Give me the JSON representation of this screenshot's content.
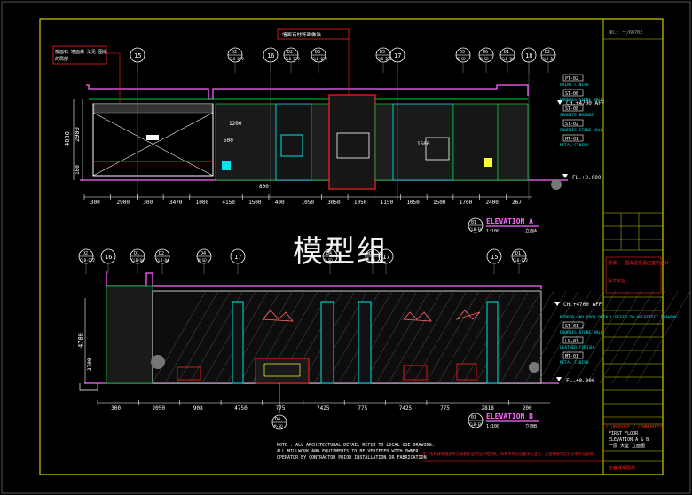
{
  "watermark": "模型组",
  "top_note": "墙面石材饰面做法",
  "top_left_note_1": "按面石 墙面做 法见 图纸",
  "top_left_note_2": "的局部",
  "elevation_a": {
    "title": "ELEVATION A",
    "code": "01",
    "sheet": "CLB-EV",
    "scale": "1:100",
    "scale_cn": "立面A",
    "ceiling": "CH.+4700 AFF",
    "floor": "FL.+0.000",
    "dims_bottom": [
      "300",
      "2900",
      "300",
      "3470",
      "1000",
      "4150",
      "1500",
      "400",
      "1050",
      "3050",
      "1050",
      "1150",
      "1050",
      "1500",
      "1700",
      "2400",
      "267"
    ],
    "dims_left": [
      "4000",
      "2900",
      "100"
    ],
    "bubbles": [
      {
        "num": "15",
        "code": ""
      },
      {
        "num": "D2",
        "code": "CLB-D72"
      },
      {
        "num": "16",
        "code": ""
      },
      {
        "num": "D2",
        "code": "CLB-D72"
      },
      {
        "num": "D3",
        "code": "CLB-D72"
      },
      {
        "num": "D3",
        "code": "CLB-D72"
      },
      {
        "num": "17",
        "code": ""
      },
      {
        "num": "D5",
        "code": "M-SD"
      },
      {
        "num": "D6",
        "code": "M-SD"
      },
      {
        "num": "D1",
        "code": "CLB-D4"
      },
      {
        "num": "18",
        "code": ""
      },
      {
        "num": "D2",
        "code": "CLB-D4"
      }
    ],
    "legend": [
      {
        "code": "PT-02",
        "text": "PAINT FINISH"
      },
      {
        "code": "ST-06",
        "text": "FOURIES STONE WALL"
      },
      {
        "code": "ST-08",
        "text": "GRANITE BRONZE"
      },
      {
        "code": "ST-02",
        "text": "FOURIES STONE WALL"
      },
      {
        "code": "MT-01",
        "text": "METAL FINISH"
      }
    ],
    "inner_dims": [
      "1200",
      "500",
      "1500",
      "800"
    ]
  },
  "elevation_b": {
    "title": "ELEVATION B",
    "code": "01",
    "sheet": "CLB-EV",
    "scale": "1:100",
    "scale_cn": "立面B",
    "ceiling": "CH.+4700 AFF",
    "floor": "FL.+0.000",
    "dims_bottom": [
      "300",
      "2050",
      "908",
      "4750",
      "775",
      "7425",
      "775",
      "7425",
      "775",
      "2818",
      "200"
    ],
    "dims_left": [
      "4700",
      "3700"
    ],
    "bubbles": [
      {
        "num": "D2",
        "code": "CLB-D72"
      },
      {
        "num": "16",
        "code": ""
      },
      {
        "num": "D1",
        "code": "CLB-D4"
      },
      {
        "num": "D2",
        "code": "CLB-D4"
      },
      {
        "num": "D4",
        "code": "M-SD"
      },
      {
        "num": "17",
        "code": ""
      },
      {
        "num": "D4",
        "code": "M-SD"
      },
      {
        "num": "D4",
        "code": "M-SD"
      },
      {
        "num": "17",
        "code": ""
      },
      {
        "num": "15",
        "code": ""
      },
      {
        "num": "D1",
        "code": "CLB-D72"
      }
    ],
    "legend": [
      {
        "code": "",
        "text": "MIRROR AND DOOR DETAIL REFER TO ARCHITECT DRAWING"
      },
      {
        "code": "ST-01",
        "text": "FOURIES STONE WALL"
      },
      {
        "code": "LP-01",
        "text": "LEATHER FINISH"
      },
      {
        "code": "MT-01",
        "text": "METAL FINISH"
      }
    ],
    "bottom_bubble": {
      "num": "D4",
      "code": "M-SD"
    }
  },
  "note": {
    "line1": "NOTE : ALL ARCHITECTURAL DETAIL REFER TO LOCAL USE DRAWING.",
    "line2": "ALL MILLWORK AND EQUIPMENTS TO BE VERIFIED WITH OWNER",
    "line3": "OPERATOR BY CONTRACTOR PRIOR INSTALLATION OR FABRICATION",
    "line4": "注：所有建筑细部节点请参照当地设计院图纸，所有木作及设备须与业主，运营商核实后方可制作及安装。"
  },
  "title_block": {
    "header": "NO.: 一/60702",
    "project_cn": "晋城 · 国海温泉酒店室内设计",
    "company_cn": "设计单位",
    "drawing_title": "ELEVATION A & B",
    "drawing_title_cn": "一层 大堂 立面图",
    "floor": "FIRST FLOOR",
    "footer": "CLUBHOUSE / COMMUNITY",
    "bottom": "全套详细图纸"
  },
  "colors": {
    "frame": "#cccc00",
    "wall": "#ff66ff",
    "cyan": "#00e5e5",
    "green": "#00cc33",
    "white": "#ffffff",
    "red": "#ff2020",
    "yellow": "#ffff33",
    "bg": "#000000"
  }
}
